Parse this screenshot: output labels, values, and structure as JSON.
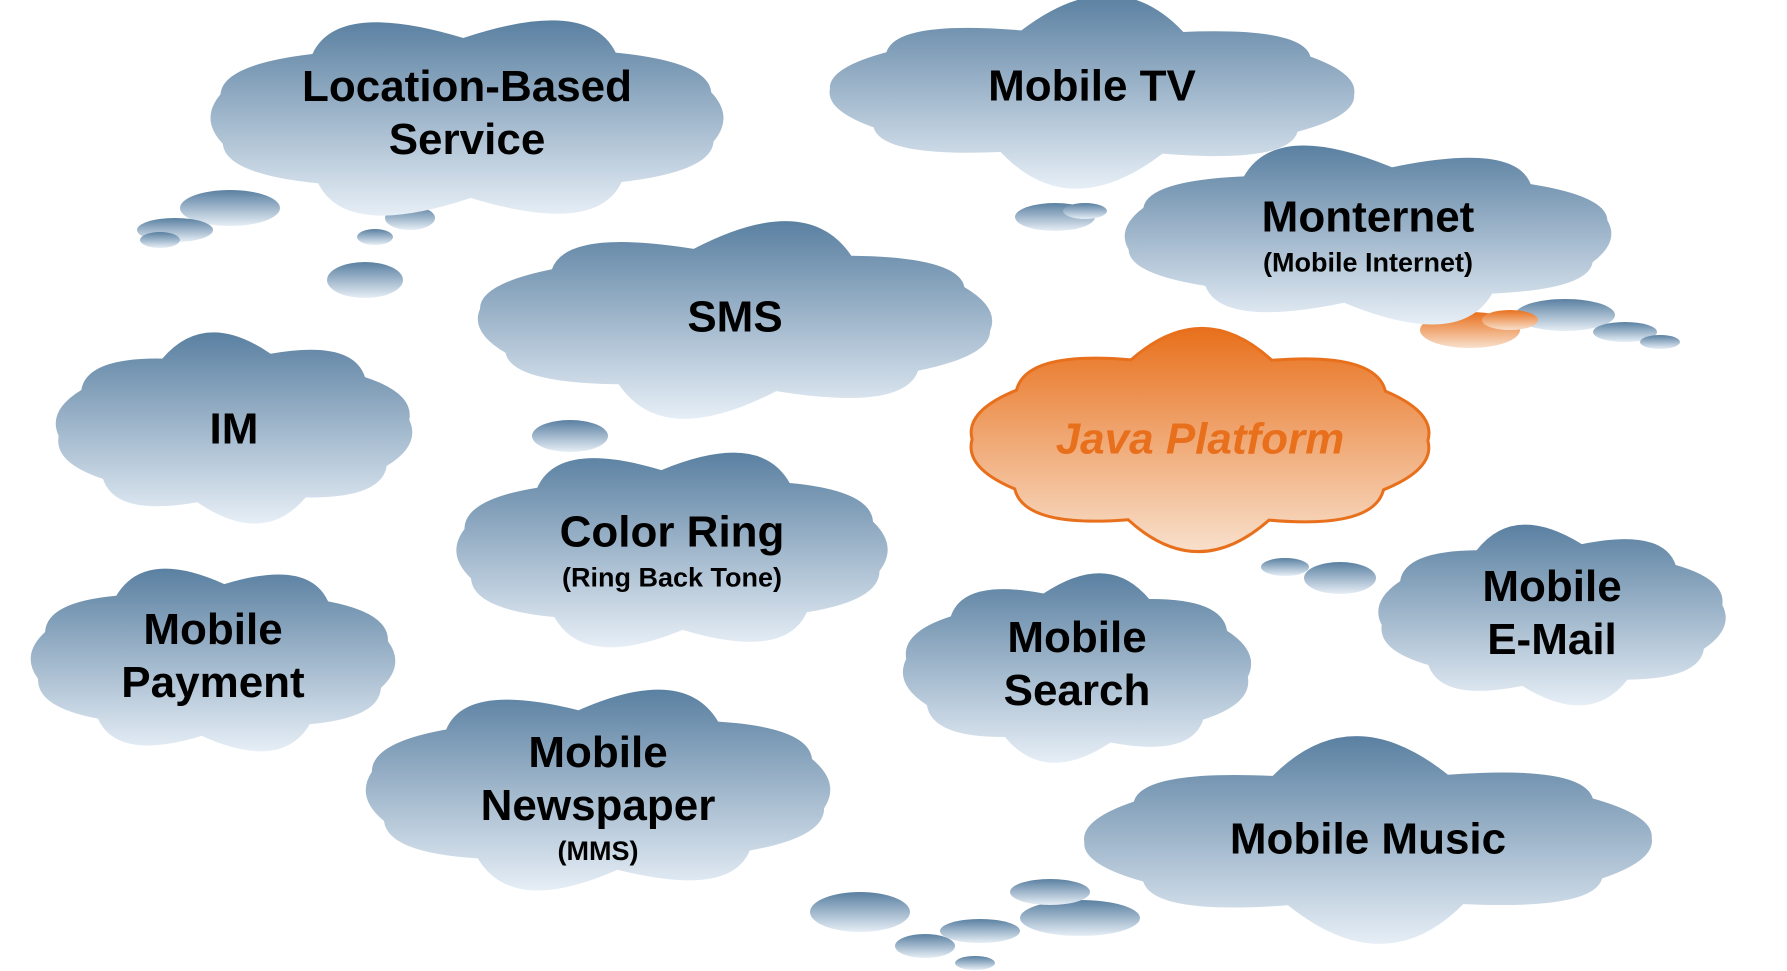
{
  "colors": {
    "cloud_top": "#5a80a1",
    "cloud_bottom": "#e6eef6",
    "java_top": "#e8701c",
    "java_bottom": "#f8e0cc",
    "java_text": "#e8701c"
  },
  "clouds": [
    {
      "id": "location",
      "title_lines": [
        "Location-Based",
        "Service"
      ],
      "subtitle": ""
    },
    {
      "id": "tv",
      "title_lines": [
        "Mobile TV"
      ],
      "subtitle": ""
    },
    {
      "id": "monternet",
      "title_lines": [
        "Monternet"
      ],
      "subtitle": "(Mobile Internet)"
    },
    {
      "id": "sms",
      "title_lines": [
        "SMS"
      ],
      "subtitle": ""
    },
    {
      "id": "im",
      "title_lines": [
        "IM"
      ],
      "subtitle": ""
    },
    {
      "id": "color",
      "title_lines": [
        "Color Ring"
      ],
      "subtitle": "(Ring Back Tone)"
    },
    {
      "id": "java",
      "title_lines": [
        "Java Platform"
      ],
      "subtitle": "",
      "highlight": true
    },
    {
      "id": "payment",
      "title_lines": [
        "Mobile",
        "Payment"
      ],
      "subtitle": ""
    },
    {
      "id": "search",
      "title_lines": [
        "Mobile",
        "Search"
      ],
      "subtitle": ""
    },
    {
      "id": "email",
      "title_lines": [
        "Mobile",
        "E-Mail"
      ],
      "subtitle": ""
    },
    {
      "id": "newspaper",
      "title_lines": [
        "Mobile",
        "Newspaper"
      ],
      "subtitle": "(MMS)"
    },
    {
      "id": "music",
      "title_lines": [
        "Mobile Music"
      ],
      "subtitle": ""
    }
  ]
}
